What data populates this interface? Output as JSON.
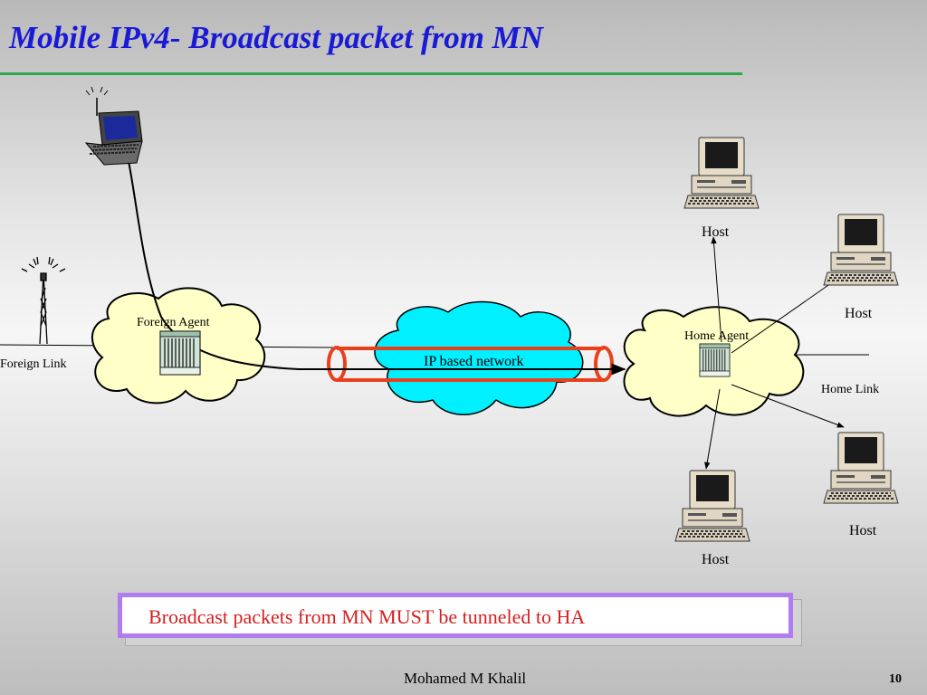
{
  "slide": {
    "title": "Mobile IPv4- Broadcast packet from MN",
    "footer": "Mohamed M Khalil",
    "page_number": "10"
  },
  "diagram": {
    "foreign_agent_label": "Foreign Agent",
    "home_agent_label": "Home Agent",
    "network_label": "IP based network",
    "foreign_link_label": "Foreign Link",
    "home_link_label": "Home Link",
    "host_labels": [
      "Host",
      "Host",
      "Host",
      "Host"
    ]
  },
  "callout": {
    "text": "Broadcast packets from MN MUST be tunneled to HA"
  },
  "colors": {
    "title": "#1a1ad6",
    "title_rule": "#2fa84f",
    "agent_cloud": "#ffffc8",
    "network_cloud": "#00f0ff",
    "tunnel": "#e8401c",
    "callout_text": "#d42020",
    "callout_border": "#b07cf0"
  }
}
